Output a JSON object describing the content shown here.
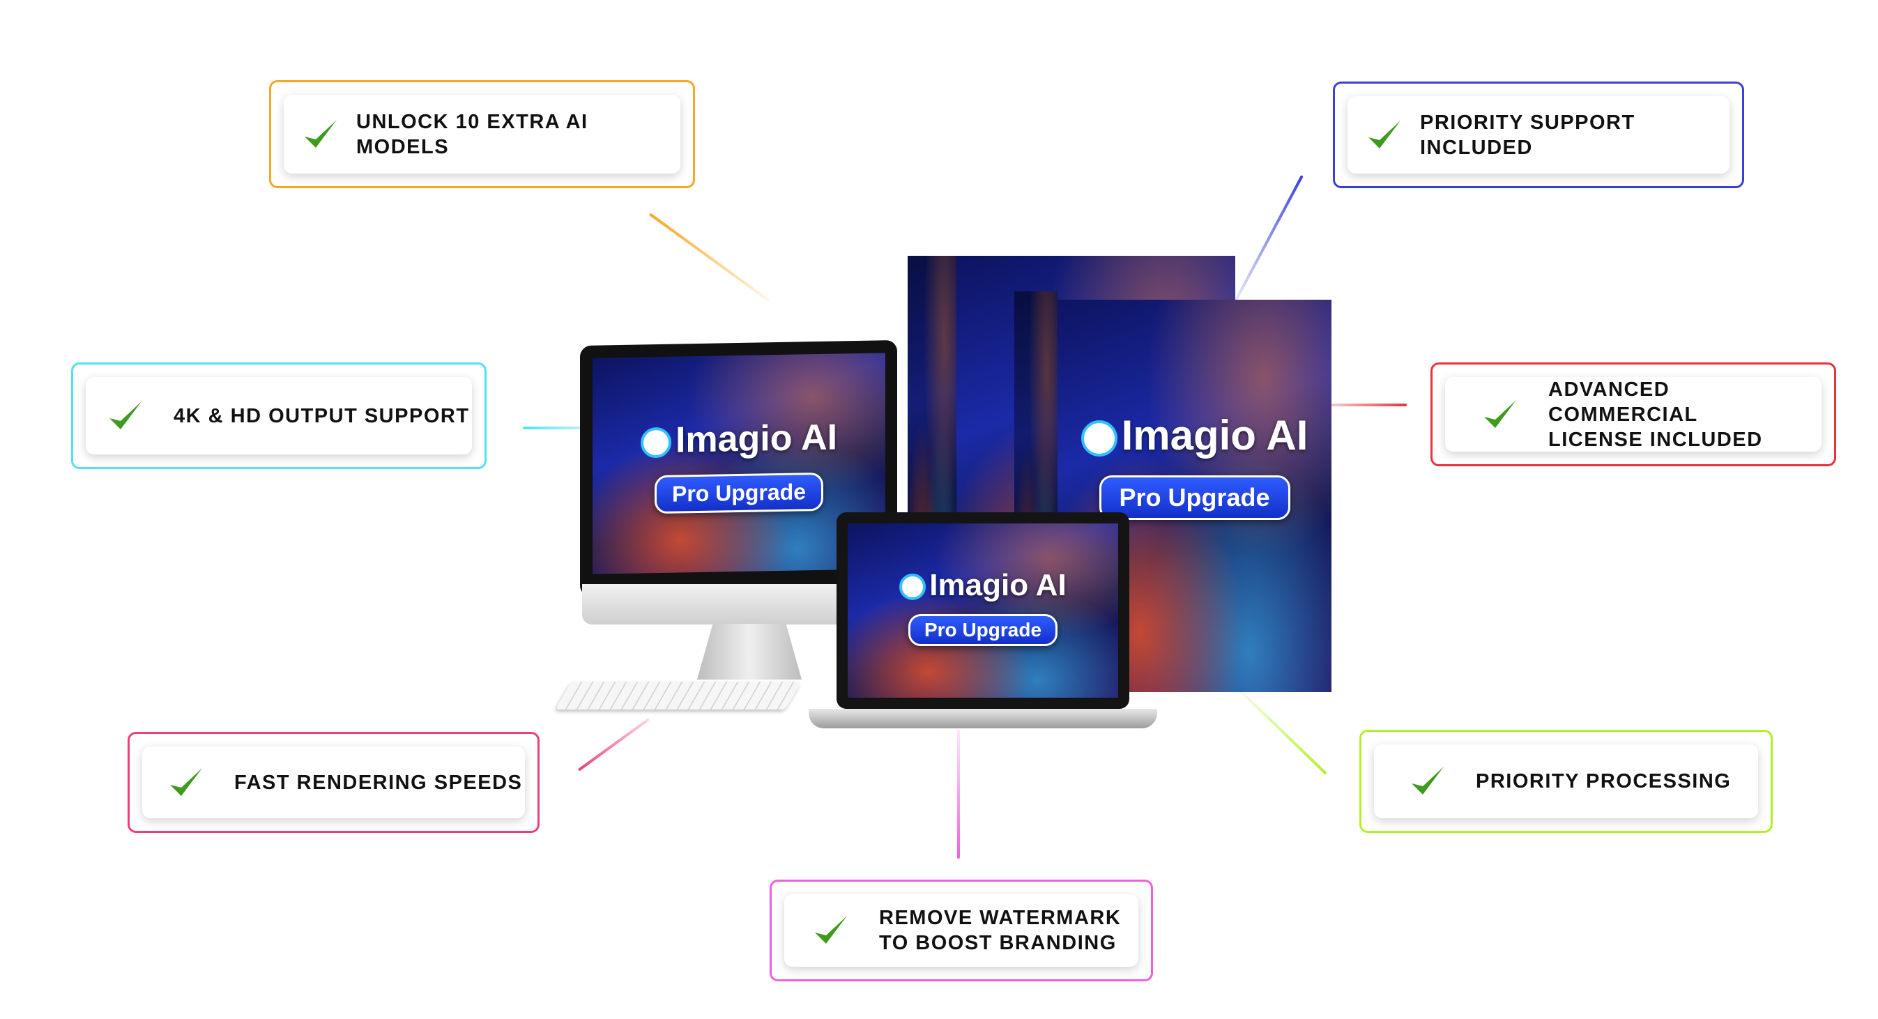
{
  "features": [
    {
      "id": "extra-models",
      "text": "UNLOCK 10 EXTRA AI MODELS",
      "color": "#f5a623"
    },
    {
      "id": "priority-support",
      "text": "PRIORITY SUPPORT INCLUDED",
      "color": "#3b3fd8"
    },
    {
      "id": "output-support",
      "text": "4K & HD OUTPUT SUPPORT",
      "color": "#4fe3ef"
    },
    {
      "id": "commercial-license",
      "text": "ADVANCED COMMERCIAL\nLICENSE INCLUDED",
      "color": "#e8323c"
    },
    {
      "id": "fast-rendering",
      "text": "FAST RENDERING SPEEDS",
      "color": "#ec3f7a"
    },
    {
      "id": "priority-processing",
      "text": "PRIORITY PROCESSING",
      "color": "#b5ef2a"
    },
    {
      "id": "remove-watermark",
      "text": "REMOVE WATERMARK\nTO BOOST BRANDING",
      "color": "#ef5ee0"
    }
  ],
  "product": {
    "brand_name": "Imagio AI",
    "badge": "Pro Upgrade"
  },
  "icons": {
    "check": "check-icon",
    "logo": "imagio-logo-icon"
  },
  "colors": {
    "check_green": "#3e9b1e",
    "screen_dark": "#101a5a",
    "pill_blue": "#1f44e6"
  }
}
